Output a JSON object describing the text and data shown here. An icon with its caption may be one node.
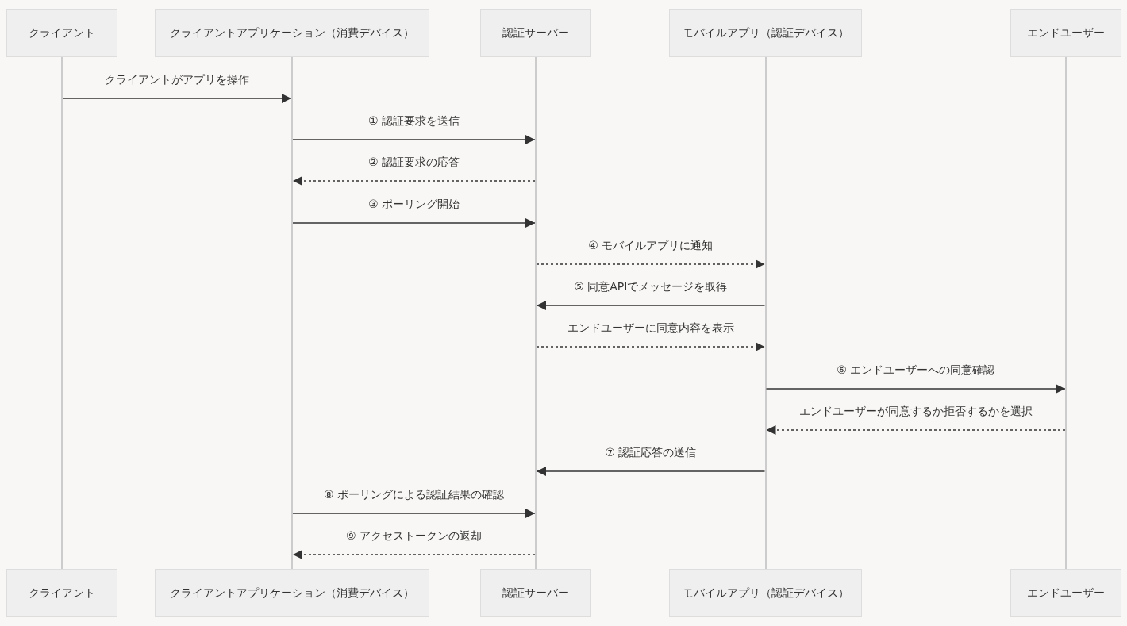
{
  "diagram": {
    "nodes": [
      {
        "text": [
          "クライアント"
        ]
      },
      {
        "text": [
          "クライアントアプリケーション（消費デバイス）"
        ]
      },
      {
        "text": [
          "認証サーバー"
        ]
      },
      {
        "text": [
          "モバイルアプリ（認証デバイス）"
        ]
      },
      {
        "text": [
          "エンドユーザー"
        ]
      },
      {
        "text": [
          "クライアント"
        ]
      },
      {
        "text": [
          "クライアントアプリケーション（消費デバイス）"
        ]
      },
      {
        "text": [
          "認証サーバー"
        ]
      },
      {
        "text": [
          "モバイルアプリ（認証デバイス）"
        ]
      },
      {
        "text": [
          "エンドユーザー"
        ]
      },
      {
        "text": [],
        "shape": "bar"
      },
      {
        "text": [],
        "shape": "bar"
      },
      {
        "text": [],
        "shape": "bar"
      },
      {
        "text": [],
        "shape": "bar"
      },
      {
        "text": [],
        "shape": "bar"
      }
    ],
    "edges": [
      {
        "from": 10,
        "to": 11,
        "arrow": "to",
        "label": "クライアントがアプリを操作"
      },
      {
        "from": 11,
        "to": 12,
        "arrow": "to",
        "label": "① 認証要求を送信"
      },
      {
        "from": 12,
        "to": 11,
        "arrow": "to",
        "label": "② 認証要求の応答",
        "style": "dashed"
      },
      {
        "from": 11,
        "to": 12,
        "arrow": "to",
        "label": "③ ポーリング開始"
      },
      {
        "from": 12,
        "to": 13,
        "arrow": "to",
        "label": "④ モバイルアプリに通知",
        "style": "dashed"
      },
      {
        "from": 13,
        "to": 12,
        "arrow": "to",
        "label": "⑤ 同意APIでメッセージを取得"
      },
      {
        "from": 12,
        "to": 13,
        "arrow": "to",
        "label": "エンドユーザーに同意内容を表示",
        "style": "dashed"
      },
      {
        "from": 13,
        "to": 14,
        "arrow": "to",
        "label": "⑥ エンドユーザーへの同意確認"
      },
      {
        "from": 14,
        "to": 13,
        "arrow": "to",
        "label": "エンドユーザーが同意するか拒否するかを選択",
        "style": "dashed"
      },
      {
        "from": 13,
        "to": 12,
        "arrow": "to",
        "label": "⑦ 認証応答の送信"
      },
      {
        "from": 11,
        "to": 12,
        "arrow": "to",
        "label": "⑧ ポーリングによる認証結果の確認"
      },
      {
        "from": 12,
        "to": 11,
        "arrow": "to",
        "label": "⑨ アクセストークンの返却",
        "style": "dashed"
      }
    ]
  }
}
